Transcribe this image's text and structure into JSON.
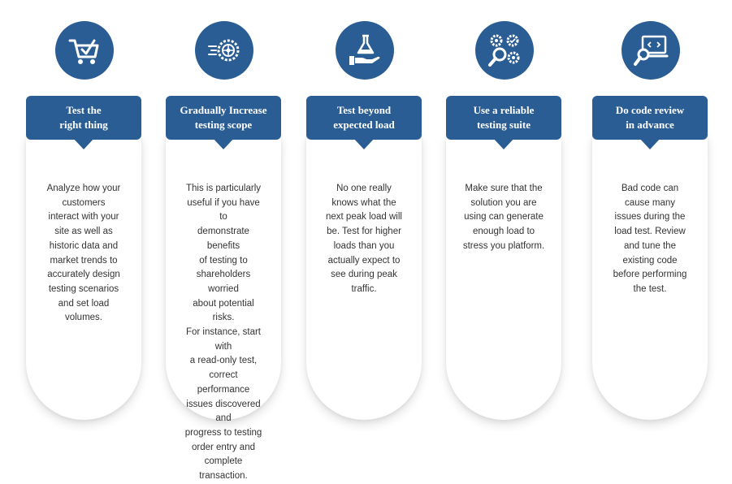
{
  "colors": {
    "primary": "#2a5d93",
    "text": "#333333",
    "card": "#ffffff"
  },
  "steps": [
    {
      "icon": "shopping-cart-check-icon",
      "title": "Test the\nright thing",
      "text": "Analyze how your\ncustomers\ninteract with your\nsite as well as\nhistoric data and\nmarket trends to\naccurately design\ntesting scenarios\nand set load\nvolumes."
    },
    {
      "icon": "speed-wheel-icon",
      "title": "Gradually Increase\ntesting scope",
      "text": "This is particularly\nuseful if you have to\ndemonstrate benefits\nof testing to\nshareholders worried\nabout potential risks.\nFor instance, start with\na read-only test,\ncorrect performance\nissues discovered and\nprogress to testing\norder entry and\ncomplete transaction."
    },
    {
      "icon": "hand-flask-icon",
      "title": "Test beyond\nexpected load",
      "text": "No one really\nknows what the\nnext peak load will\nbe. Test for higher\nloads than you\nactually expect to\nsee during peak\ntraffic."
    },
    {
      "icon": "gears-magnifier-icon",
      "title": "Use a reliable\ntesting suite",
      "text": "Make sure that the\nsolution you are\nusing can generate\nenough load to\nstress you platform."
    },
    {
      "icon": "code-review-laptop-icon",
      "title": "Do code review\nin advance",
      "text": "Bad code can\ncause many\nissues during the\nload test. Review\nand tune the\nexisting code\nbefore performing\nthe test."
    }
  ]
}
